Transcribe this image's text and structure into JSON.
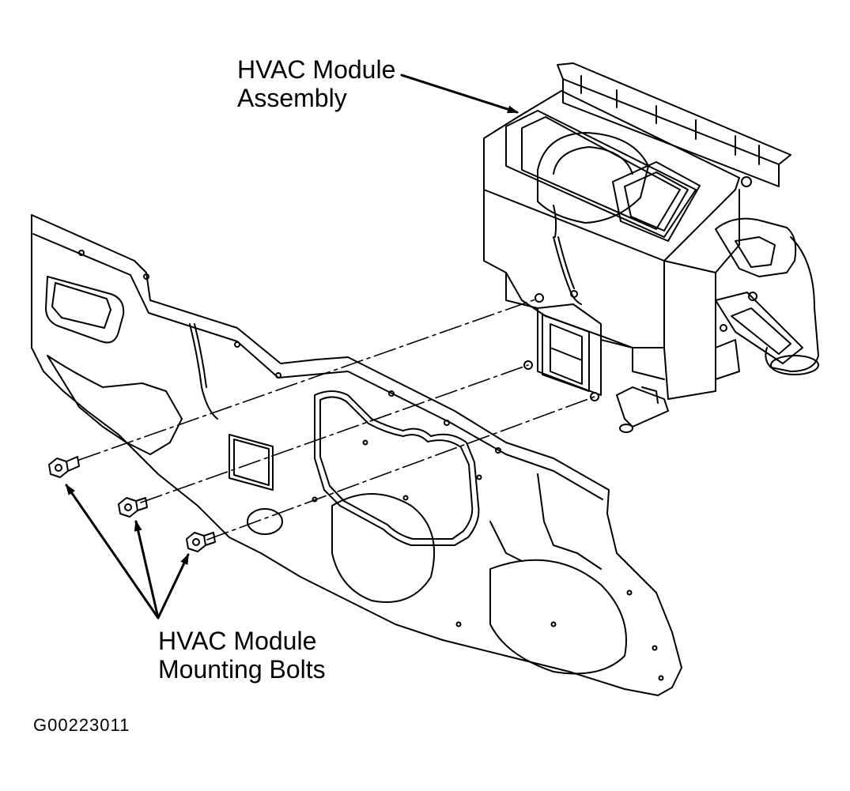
{
  "callouts": {
    "assembly": {
      "line1": "HVAC Module",
      "line2": "Assembly"
    },
    "bolts": {
      "line1": "HVAC Module",
      "line2": "Mounting Bolts"
    }
  },
  "figure_id": "G00223011",
  "colors": {
    "ink": "#000000",
    "paper": "#ffffff"
  }
}
